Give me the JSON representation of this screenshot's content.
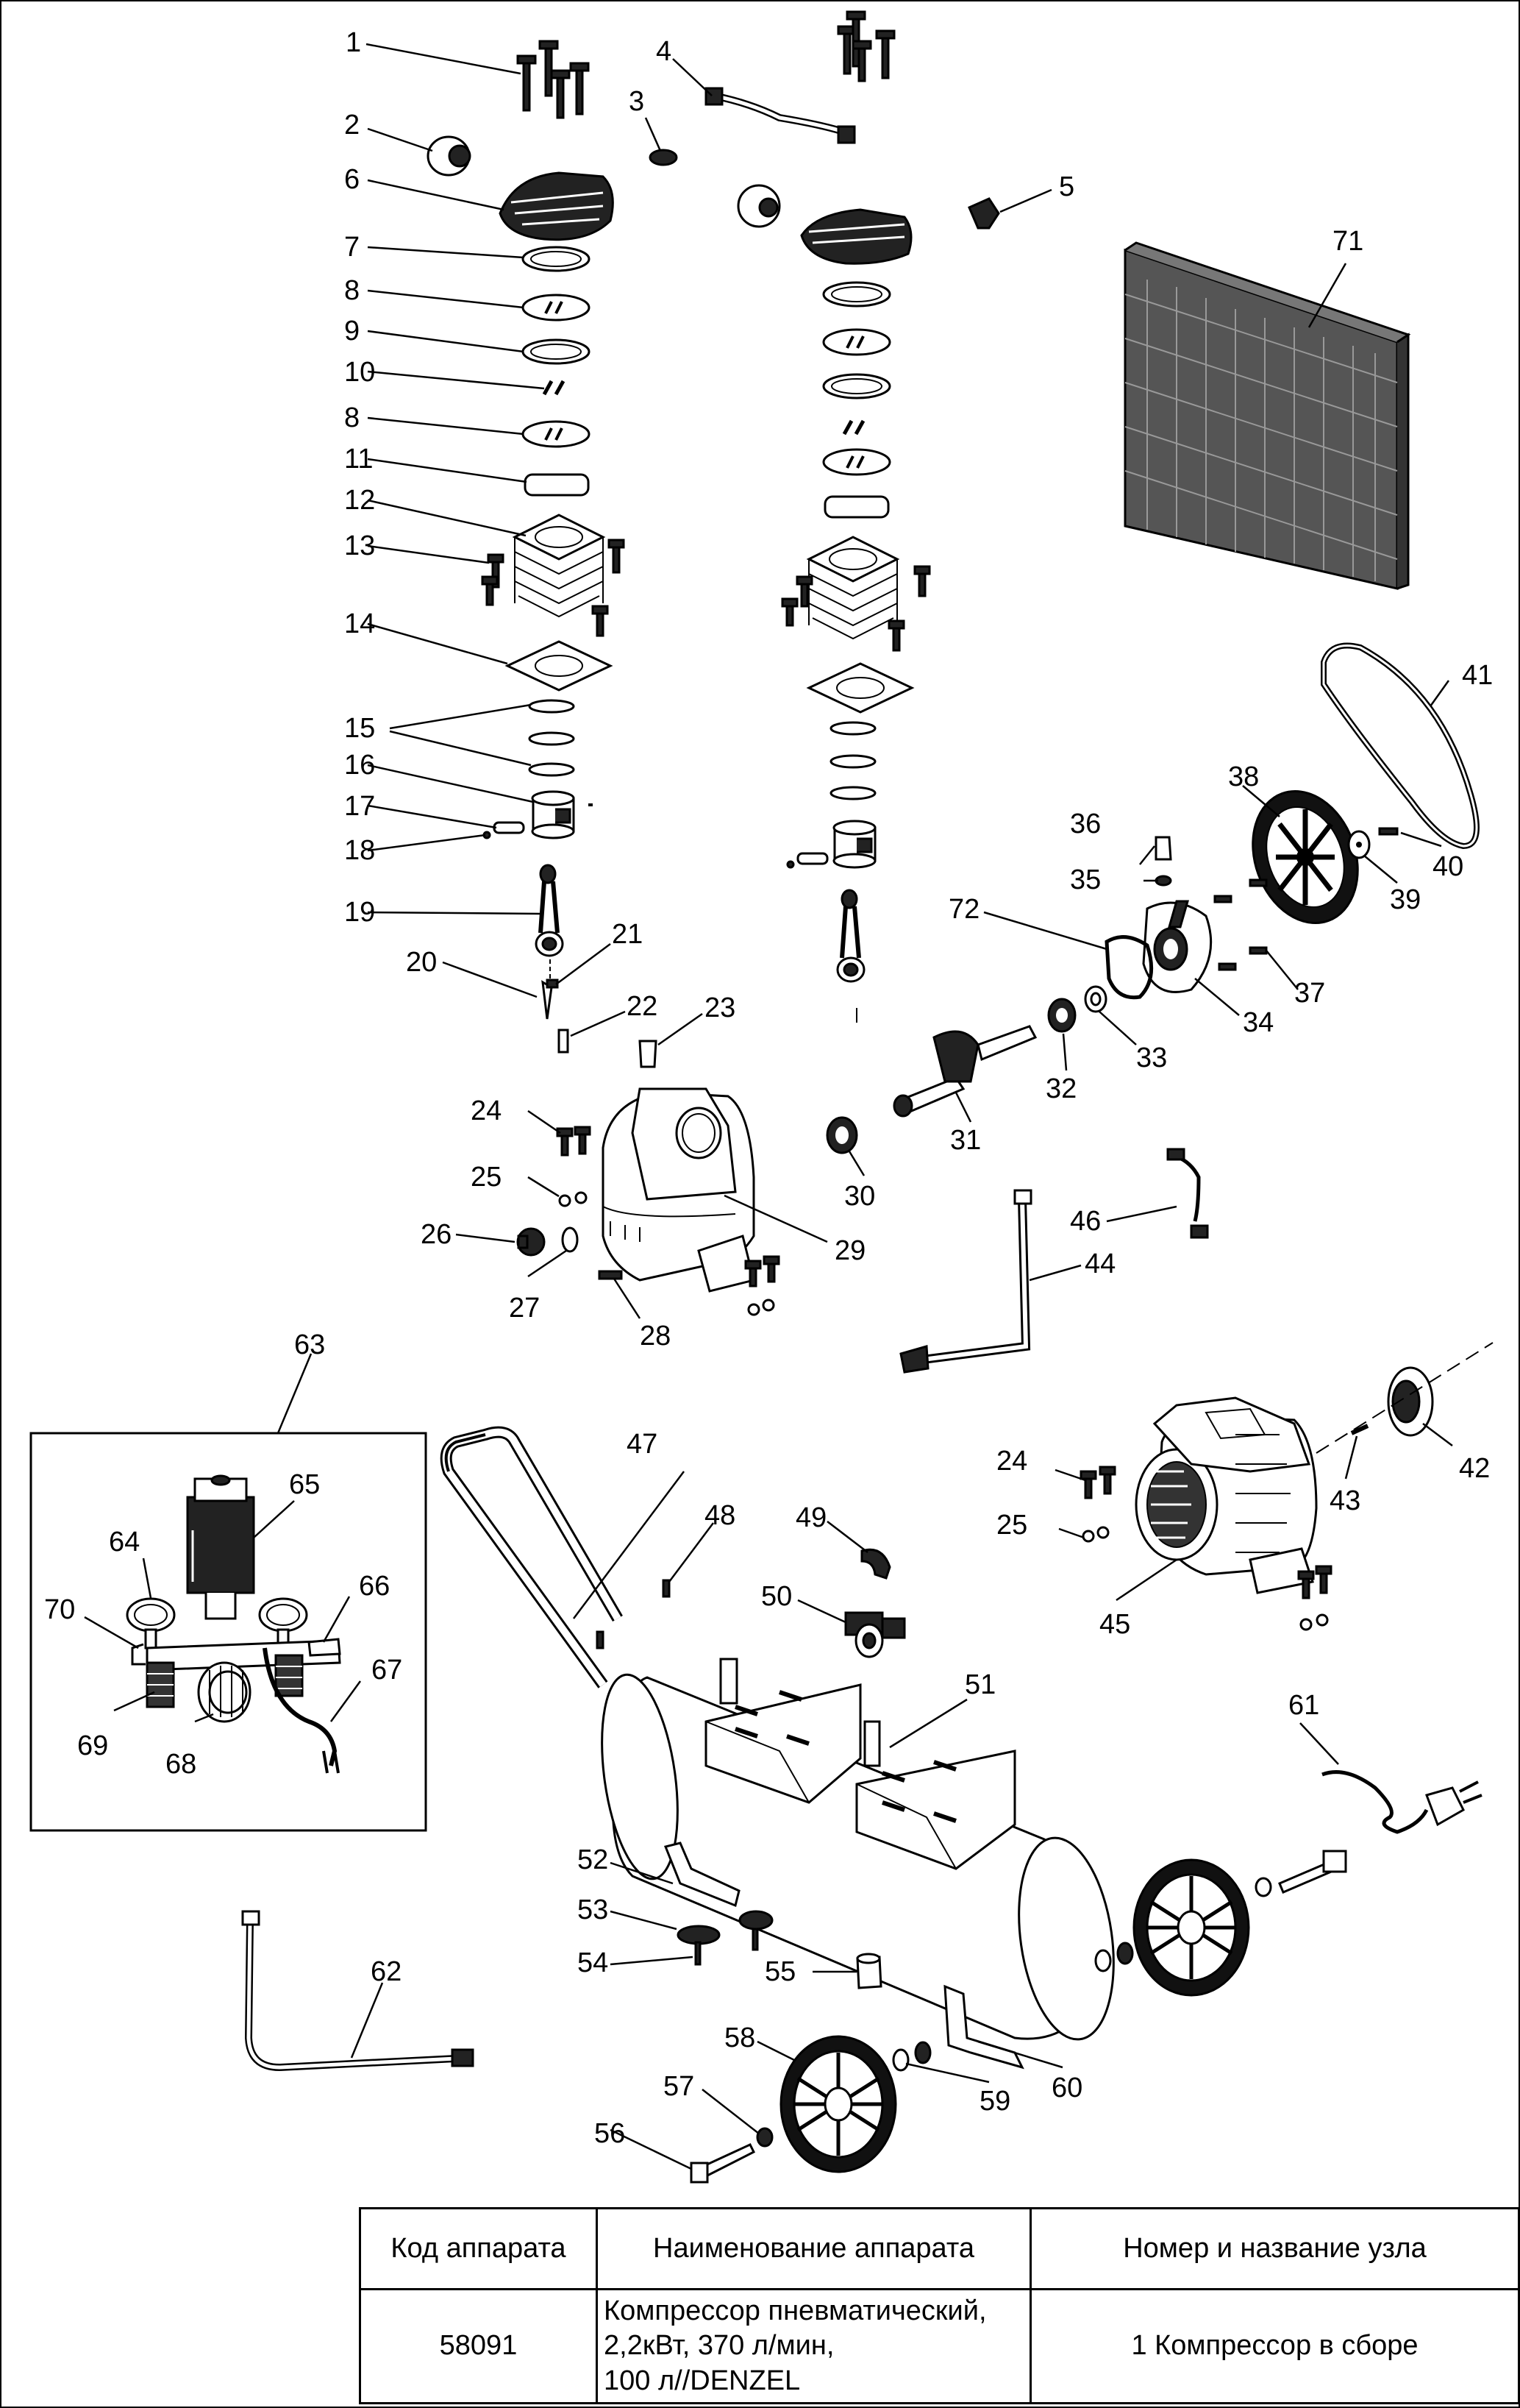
{
  "callouts": [
    "1",
    "2",
    "3",
    "4",
    "5",
    "6",
    "7",
    "8",
    "9",
    "10",
    "8",
    "11",
    "12",
    "13",
    "14",
    "15",
    "16",
    "17",
    "18",
    "19",
    "20",
    "21",
    "22",
    "23",
    "24",
    "25",
    "26",
    "27",
    "28",
    "29",
    "30",
    "31",
    "32",
    "33",
    "34",
    "35",
    "36",
    "37",
    "38",
    "39",
    "40",
    "41",
    "42",
    "43",
    "44",
    "45",
    "46",
    "47",
    "48",
    "49",
    "50",
    "51",
    "52",
    "53",
    "54",
    "55",
    "56",
    "57",
    "58",
    "59",
    "60",
    "61",
    "62",
    "63",
    "64",
    "65",
    "66",
    "67",
    "68",
    "69",
    "70",
    "71",
    "72",
    "24",
    "25"
  ],
  "table": {
    "headers": [
      "Код аппарата",
      "Наименование аппарата",
      "Номер и название узла"
    ],
    "row": {
      "code": "58091",
      "name_lines": [
        "Компрессор пневматический,",
        "2,2кВт, 370 л/мин,",
        "100 л//DENZEL"
      ],
      "assembly": "1 Компрессор в сборе"
    }
  }
}
